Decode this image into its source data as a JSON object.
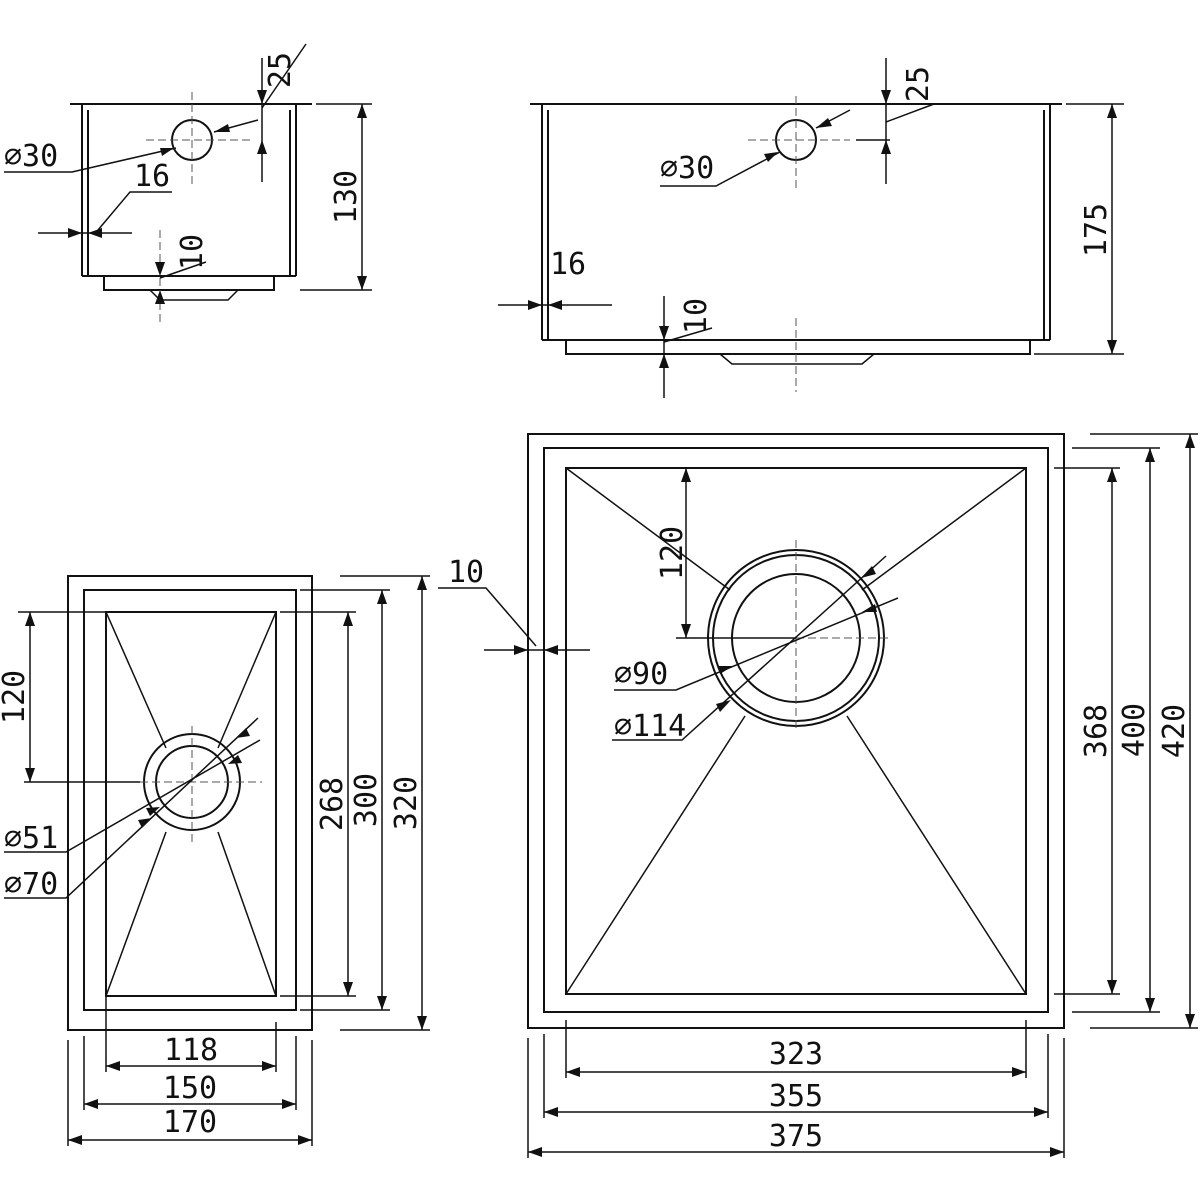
{
  "colors": {
    "ink": "#111111",
    "background": "#ffffff"
  },
  "small_sink": {
    "side_view": {
      "hole_offset": "25",
      "hole_diameter": "⌀30",
      "wall": "16",
      "drain_depth": "10",
      "height": "130"
    },
    "plan_view": {
      "drain_offset": "120",
      "drain_diameter_inner": "⌀51",
      "drain_diameter_outer": "⌀70",
      "inner_length": "268",
      "mid_length": "300",
      "outer_length": "320",
      "inner_width": "118",
      "mid_width": "150",
      "outer_width": "170"
    }
  },
  "large_sink": {
    "side_view": {
      "hole_offset": "25",
      "hole_diameter": "⌀30",
      "wall": "16",
      "drain_depth": "10",
      "height": "175"
    },
    "plan_view": {
      "flange": "10",
      "drain_offset": "120",
      "drain_diameter_inner": "⌀90",
      "drain_diameter_outer": "⌀114",
      "inner_length": "368",
      "mid_length": "400",
      "outer_length": "420",
      "inner_width": "323",
      "mid_width": "355",
      "outer_width": "375"
    }
  }
}
